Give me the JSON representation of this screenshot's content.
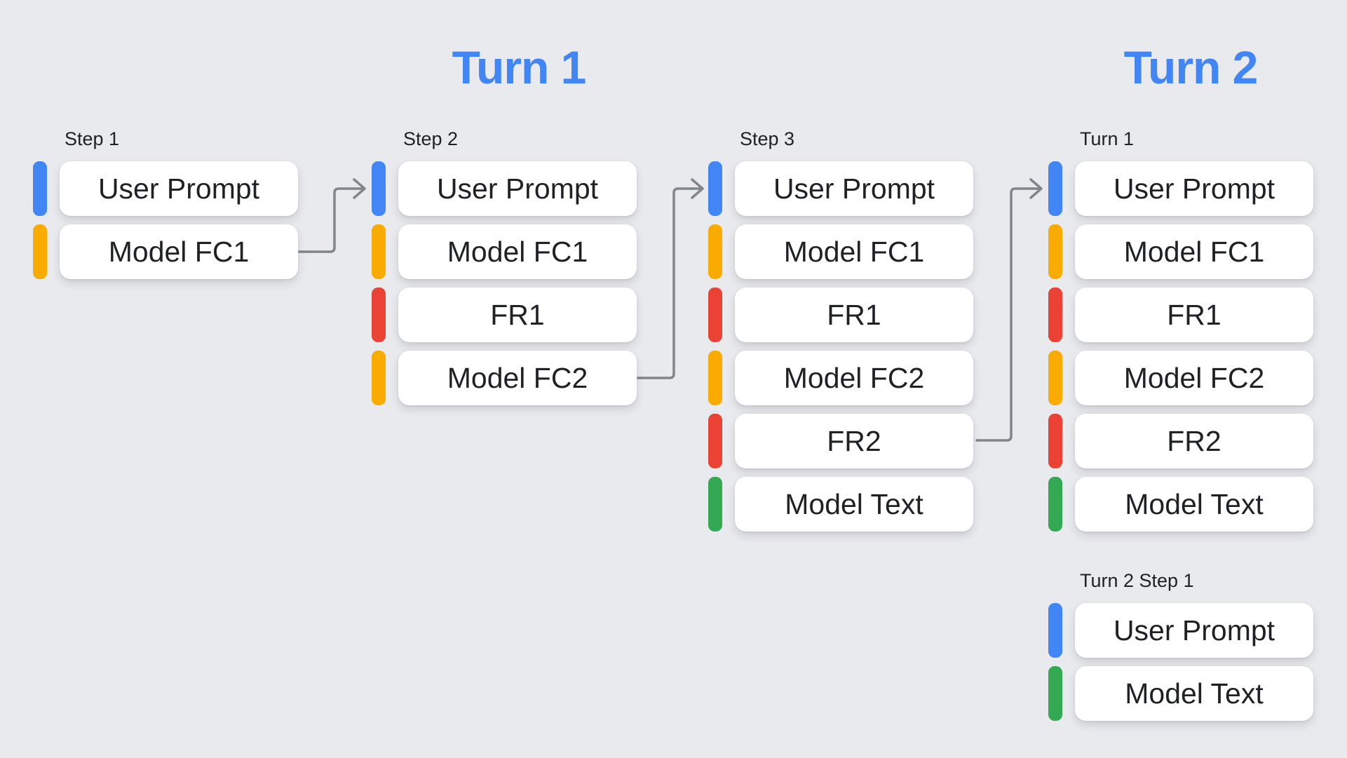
{
  "headers": {
    "turn1": "Turn 1",
    "turn2": "Turn 2"
  },
  "colors": {
    "user": "#4285F4",
    "model_fc": "#F9AB00",
    "function_response": "#EA4335",
    "model_text": "#34A853",
    "arrow": "#80868B",
    "header": "#4285F4",
    "background": "#E9EAEE",
    "box_bg": "#FFFFFF",
    "label_text": "#202124",
    "box_text": "#1F2125"
  },
  "groups": [
    {
      "id": "step1",
      "label": "Step 1",
      "items": [
        {
          "type": "user_prompt",
          "label": "User Prompt"
        },
        {
          "type": "model_function_call",
          "label": "Model FC1"
        }
      ]
    },
    {
      "id": "step2",
      "label": "Step 2",
      "items": [
        {
          "type": "user_prompt",
          "label": "User Prompt"
        },
        {
          "type": "model_function_call",
          "label": "Model FC1"
        },
        {
          "type": "function_response",
          "label": "FR1"
        },
        {
          "type": "model_function_call",
          "label": "Model FC2"
        }
      ]
    },
    {
      "id": "step3",
      "label": "Step 3",
      "items": [
        {
          "type": "user_prompt",
          "label": "User Prompt"
        },
        {
          "type": "model_function_call",
          "label": "Model FC1"
        },
        {
          "type": "function_response",
          "label": "FR1"
        },
        {
          "type": "model_function_call",
          "label": "Model FC2"
        },
        {
          "type": "function_response",
          "label": "FR2"
        },
        {
          "type": "model_text",
          "label": "Model Text"
        }
      ]
    },
    {
      "id": "turn1_history",
      "label": "Turn 1",
      "items": [
        {
          "type": "user_prompt",
          "label": "User Prompt"
        },
        {
          "type": "model_function_call",
          "label": "Model FC1"
        },
        {
          "type": "function_response",
          "label": "FR1"
        },
        {
          "type": "model_function_call",
          "label": "Model FC2"
        },
        {
          "type": "function_response",
          "label": "FR2"
        },
        {
          "type": "model_text",
          "label": "Model Text"
        }
      ]
    },
    {
      "id": "turn2_step1",
      "label": "Turn 2 Step 1",
      "items": [
        {
          "type": "user_prompt",
          "label": "User Prompt"
        },
        {
          "type": "model_text",
          "label": "Model Text"
        }
      ]
    }
  ],
  "arrows": [
    {
      "id": "arrow-1",
      "from": "step1.model_fc1",
      "to": "step2.user_prompt"
    },
    {
      "id": "arrow-2",
      "from": "step2.model_fc2",
      "to": "step3.user_prompt"
    },
    {
      "id": "arrow-3",
      "from": "step3.fr2",
      "to": "turn1_history.user_prompt"
    }
  ]
}
